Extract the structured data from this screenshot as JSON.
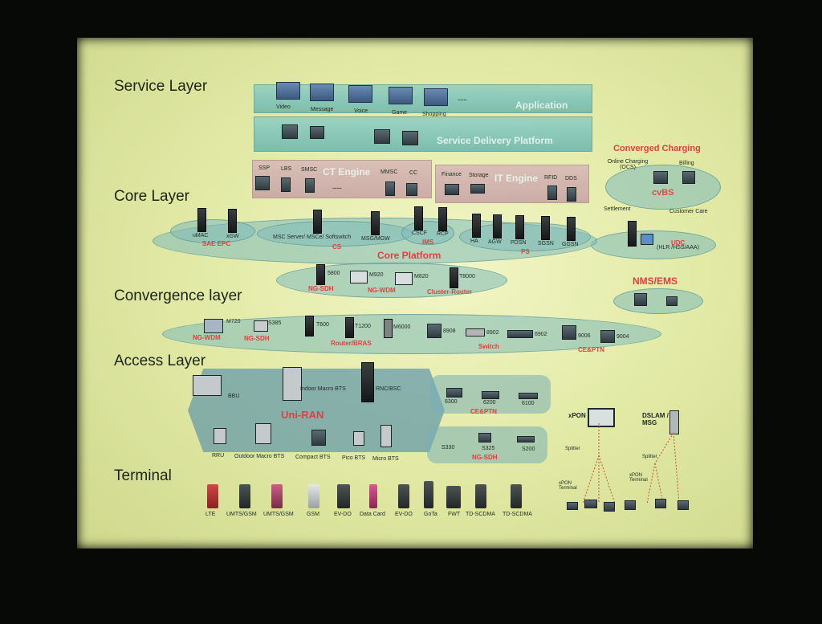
{
  "layers": {
    "service": "Service Layer",
    "core": "Core Layer",
    "convergence": "Convergence layer",
    "access": "Access Layer",
    "terminal": "Terminal"
  },
  "service": {
    "apps": [
      "Video",
      "Message",
      "Voice",
      "Game",
      "Shopping"
    ],
    "ellipsis": "......",
    "application": "Application",
    "sdp": "Service  Delivery  Platform"
  },
  "ct_engine": {
    "title": "CT Engine",
    "items": [
      "SSP",
      "LBS",
      "SMSC",
      "MMSC",
      "CC"
    ],
    "ellipsis": "......"
  },
  "it_engine": {
    "title": "IT Engine",
    "items": [
      "Finance",
      "Storage",
      "RFID",
      "DDS"
    ]
  },
  "charging": {
    "title": "Converged Charging",
    "online": "Online Charging (OCS)",
    "billing": "Billing",
    "cvbs": "cvBS",
    "settlement": "Settlement",
    "customer_care": "Customer Care"
  },
  "udc": {
    "title": "UDC",
    "sub": "(HLR /HSS/AAA)"
  },
  "nms": "NMS/EMS",
  "core": {
    "sae": {
      "items": [
        "uMAC",
        "xGW"
      ],
      "label": "SAE EPC"
    },
    "cs": {
      "items": [
        "MSC Server/ MSCe/ Softswitch",
        "MSG/MGW"
      ],
      "label": "CS"
    },
    "ims": {
      "items": [
        "CSCF",
        "RCP"
      ],
      "label": "IMS"
    },
    "ps": {
      "items": [
        "HA",
        "AGW",
        "PDSN",
        "SGSN",
        "GGSN"
      ],
      "label": "PS"
    },
    "platform": "Core Platform"
  },
  "convergence_upper": {
    "items": [
      "5800",
      "M920",
      "M820",
      "T8000"
    ],
    "labels": [
      "NG-SDH",
      "NG-WDM",
      "Cluster-Router"
    ]
  },
  "convergence_lower": {
    "items": [
      "M720",
      "S385",
      "T600",
      "T1200",
      "M6000",
      "8908",
      "8902",
      "6902",
      "9006",
      "9004"
    ],
    "labels": [
      "NG-WDM",
      "NG-SDH",
      "Router/BRAS",
      "Switch",
      "CE&PTN"
    ]
  },
  "access": {
    "bbu": "BBU",
    "indoor": "Indoor Macro BTS",
    "rnc": "RNC/BSC",
    "uniran": "Uni-RAN",
    "bts": [
      "RRU",
      "Outdoor Macro BTS",
      "Compact BTS",
      "Pico BTS",
      "Micro BTS"
    ],
    "ptn_items": [
      "6300",
      "6200",
      "6100"
    ],
    "ptn_label": "CE&PTN",
    "sdh_items": [
      "S330",
      "S325",
      "S200"
    ],
    "sdh_label": "NG-SDH",
    "xpon": "xPON",
    "dslam": "DSLAM / MSG",
    "splitter": "Splitter",
    "splitter2": "Splitter",
    "xpon_terminal": "xPON Terminal",
    "xpon_terminal2": "xPON Terminal"
  },
  "terminals": [
    "LTE",
    "UMTS/GSM",
    "UMTS/GSM",
    "GSM",
    "EV-DO",
    "Data Card",
    "EV-DO",
    "GoTa",
    "FWT",
    "TD-SCDMA",
    "TD-SCDMA"
  ]
}
